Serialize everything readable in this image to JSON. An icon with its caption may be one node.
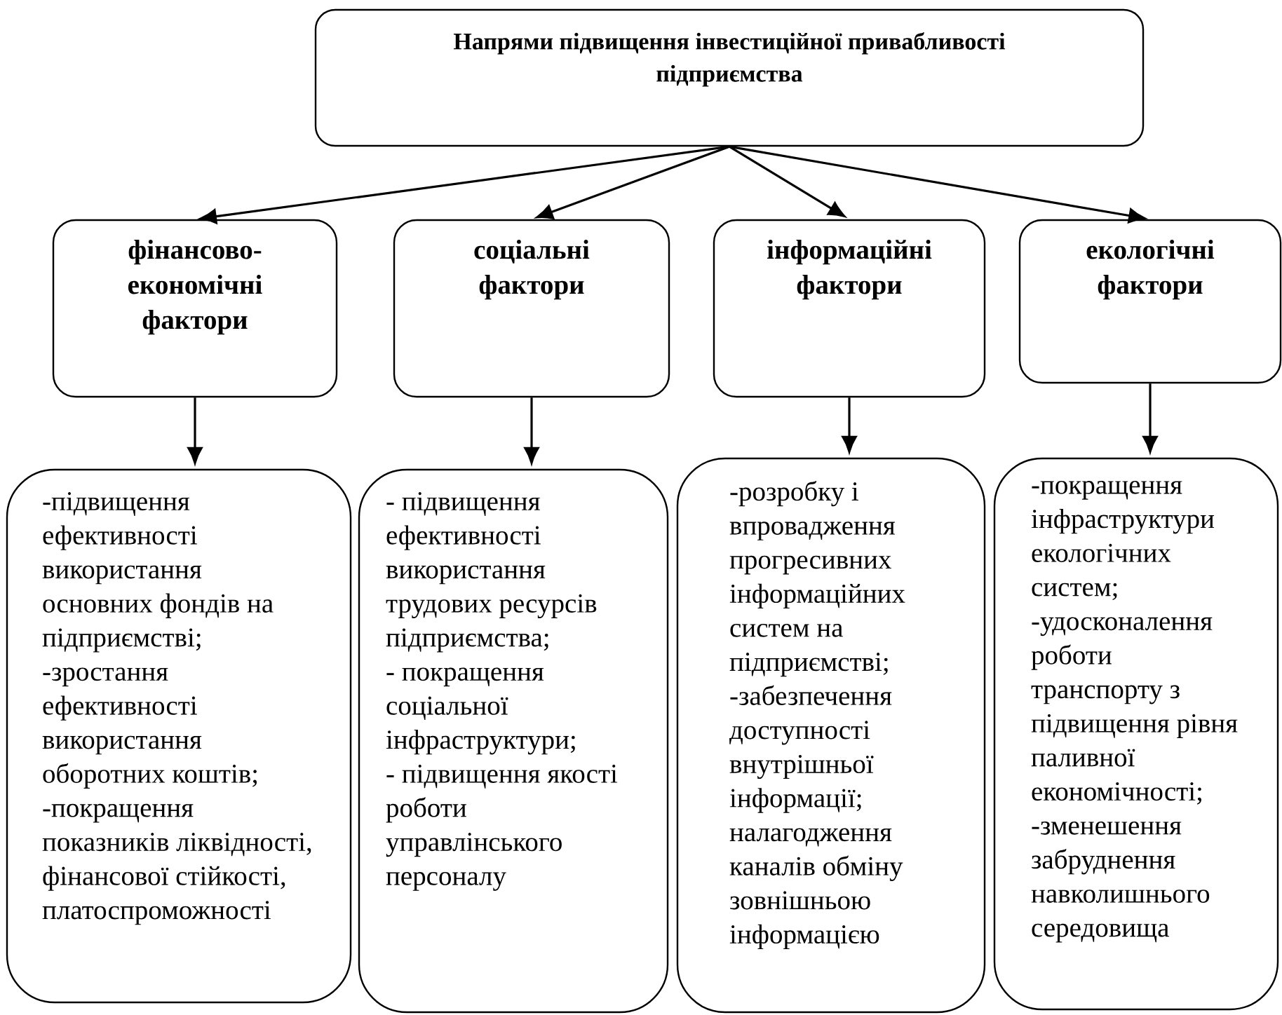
{
  "diagram": {
    "nodes": [
      {
        "text": [
          "Напрями підвищення інвестиційної привабливості підприємства"
        ]
      },
      {
        "text": [
          "фінансово-економічні фактори"
        ]
      },
      {
        "text": [
          "соціальні фактори"
        ]
      },
      {
        "text": [
          "інформаційні фактори"
        ]
      },
      {
        "text": [
          "екологічні фактори"
        ]
      },
      {
        "text": [
          "-підвищення ефективності використання основних фондів на підприємстві;",
          "-зростання ефективності використання оборотних коштів;",
          "-покращення показників ліквідності, фінансової стійкості, платоспроможності"
        ]
      },
      {
        "text": [
          "- підвищення ефективності використання трудових ресурсів підприємства;",
          "- покращення соціальної інфраструктури;",
          "- підвищення якості роботи управлінського персоналу"
        ]
      },
      {
        "text": [
          "-розробку і впровадження прогресивних інформаційних систем на підприємстві;",
          "-забезпечення доступності внутрішньої інформації;",
          "налагодження каналів обміну зовнішньою інформацією"
        ]
      },
      {
        "text": [
          "-покращення інфраструктури екологічних систем;",
          "-удосконалення роботи транспорту з підвищення рівня паливної економічності;",
          "-зменешення забруднення навколишнього середовища"
        ]
      }
    ],
    "edges": [
      {
        "from": 0,
        "to": 1,
        "arrow": "to"
      },
      {
        "from": 0,
        "to": 2,
        "arrow": "to"
      },
      {
        "from": 0,
        "to": 3,
        "arrow": "to"
      },
      {
        "from": 0,
        "to": 4,
        "arrow": "to"
      },
      {
        "from": 1,
        "to": 5,
        "arrow": "to"
      },
      {
        "from": 2,
        "to": 6,
        "arrow": "to"
      },
      {
        "from": 3,
        "to": 7,
        "arrow": "to"
      },
      {
        "from": 4,
        "to": 8,
        "arrow": "to"
      }
    ]
  }
}
